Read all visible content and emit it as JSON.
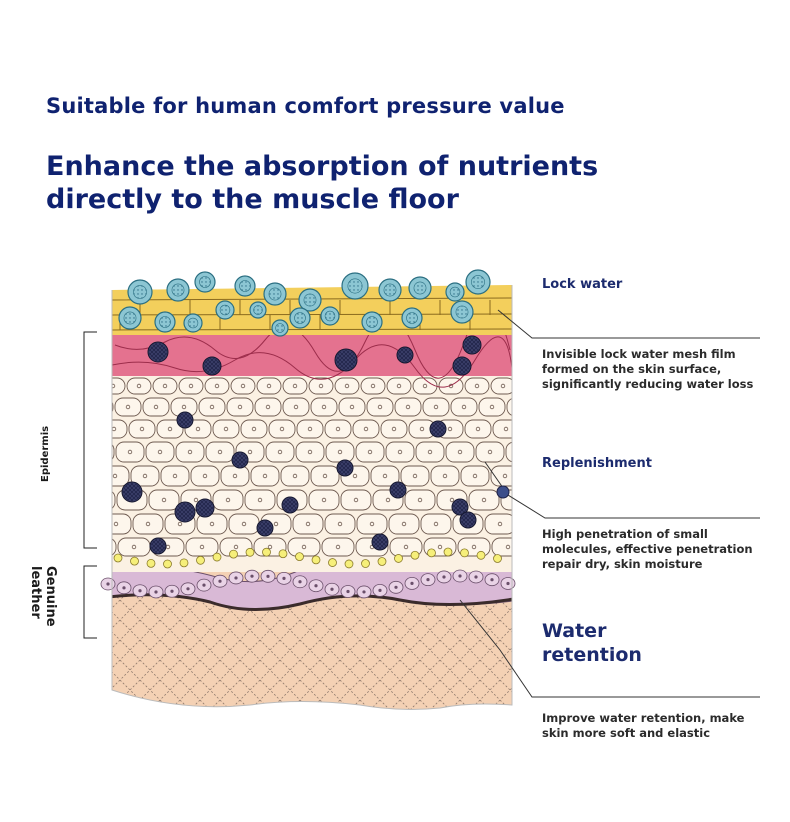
{
  "header": {
    "subtitle": "Suitable for human comfort pressure value",
    "headline_line1": "Enhance the absorption of nutrients",
    "headline_line2": "directly to the muscle floor"
  },
  "side_labels": {
    "epidermis": "Epidermis",
    "genuine_leather_line1": "Genuine",
    "genuine_leather_line2": "leather"
  },
  "callouts": {
    "lock_water": {
      "title": "Lock water",
      "desc_line1": "Invisible lock water mesh film",
      "desc_line2": "formed on the skin surface,",
      "desc_line3": "significantly reducing water loss"
    },
    "replenishment": {
      "title": "Replenishment",
      "desc_line1": "High penetration of small",
      "desc_line2": "molecules, effective penetration",
      "desc_line3": "repair dry, skin moisture"
    },
    "water_retention": {
      "title_line1": "Water",
      "title_line2": "retention",
      "desc_line1": "Improve water retention, make",
      "desc_line2": "skin more soft and elastic"
    }
  },
  "colors": {
    "title_blue": "#0f2270",
    "label_blue": "#1c2b6e",
    "yellow_layer": "#f3cf5c",
    "pink_layer": "#e4728f",
    "cell_layer": "#fbf1e3",
    "lilac_layer": "#d9b9d6",
    "dermis_layer": "#f4d1b4",
    "water_drop": "#8cc6d3",
    "dark_granule": "#3b3f6a"
  }
}
